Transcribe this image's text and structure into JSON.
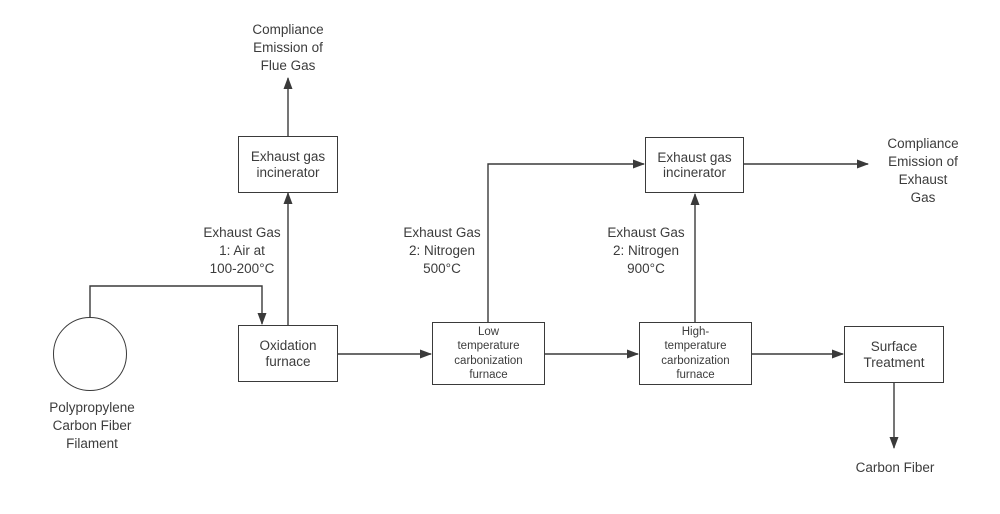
{
  "diagram": {
    "type": "process-flow",
    "colors": {
      "line": "#3a3a3a",
      "text": "#3c3c3c",
      "box_fill": "#ffffff",
      "background": "#ffffff"
    },
    "nodes": {
      "filament_source": {
        "shape": "circle",
        "label": ""
      },
      "exhaust_incinerator_left": {
        "shape": "rect",
        "label": "Exhaust gas\nincinerator"
      },
      "oxidation_furnace": {
        "shape": "rect",
        "label": "Oxidation\nfurnace"
      },
      "low_temp_furnace": {
        "shape": "rect",
        "label": "Low\ntemperature\ncarbonization\nfurnace"
      },
      "high_temp_furnace": {
        "shape": "rect",
        "label": "High-\ntemperature\ncarbonization\nfurnace"
      },
      "exhaust_incinerator_right": {
        "shape": "rect",
        "label": "Exhaust gas\nincinerator"
      },
      "surface_treatment": {
        "shape": "rect",
        "label": "Surface\nTreatment"
      }
    },
    "stream_labels": {
      "exhaust_gas_1": {
        "label": "Exhaust Gas\n1: Air at\n100-200°C"
      },
      "exhaust_gas_2_500": {
        "label": "Exhaust Gas\n2: Nitrogen\n500°C"
      },
      "exhaust_gas_2_900": {
        "label": "Exhaust Gas\n2: Nitrogen\n900°C"
      }
    },
    "terminals": {
      "filament_caption": {
        "label": "Polypropylene\nCarbon Fiber\nFilament"
      },
      "flue_gas_out": {
        "label": "Compliance\nEmission of\nFlue Gas"
      },
      "exhaust_gas_out": {
        "label": "Compliance\nEmission of\nExhaust Gas"
      },
      "carbon_fiber_out": {
        "label": "Carbon Fiber"
      }
    }
  }
}
